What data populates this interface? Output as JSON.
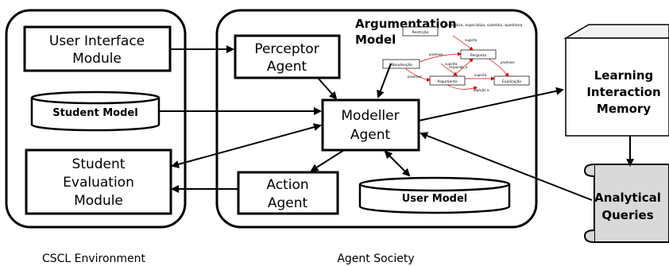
{
  "diagram": {
    "containers": {
      "cscl_label": "CSCL Environment",
      "agent_society_label": "Agent Society"
    },
    "nodes": {
      "user_interface": [
        "User Interface",
        "Module"
      ],
      "perceptor": [
        "Perceptor",
        "Agent"
      ],
      "argumentation_model": [
        "Argumentation",
        "Model"
      ],
      "student_model": "Student Model",
      "modeller": [
        "Modeller",
        "Agent"
      ],
      "student_evaluation": [
        "Student",
        "Evaluation",
        "Module"
      ],
      "action": [
        "Action",
        "Agent"
      ],
      "user_model": "User Model",
      "learning_interaction_memory": [
        "Learning",
        "Interaction",
        "Memory"
      ],
      "analytical_queries": [
        "Analytical",
        "Queries"
      ]
    },
    "argument_graph": {
      "nodes": [
        "Restrição",
        "generaliza, especializa, substitui, questiona",
        "Manutenção",
        "Pergunta",
        "Argumento",
        "Explicação"
      ],
      "edges": [
        "promove",
        "promove",
        "responde_a",
        "suporta",
        "suporta",
        "promove",
        "objeção a",
        "suporta"
      ]
    },
    "colors": {
      "stroke": "#000000",
      "queries_fill": "#d9d9d9",
      "cube_front": "#ffffff",
      "cube_side": "#e6e6e6",
      "cube_top": "#f2f2f2",
      "graph_edge": "#cc0000"
    }
  }
}
